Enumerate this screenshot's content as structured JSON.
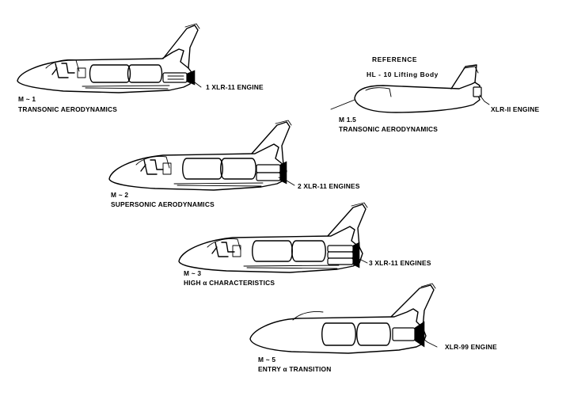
{
  "aircraft": [
    {
      "id": "m1",
      "mach_label": "M ~ 1",
      "regime_label": "TRANSONIC AERODYNAMICS",
      "engine_label": "1 XLR-11 ENGINE",
      "engine_count": 1
    },
    {
      "id": "m2",
      "mach_label": "M ~ 2",
      "regime_label": "SUPERSONIC AERODYNAMICS",
      "engine_label": "2 XLR-11 ENGINES",
      "engine_count": 2
    },
    {
      "id": "m3",
      "mach_label": "M ~ 3",
      "regime_label": "HIGH α CHARACTERISTICS",
      "engine_label": "3 XLR-11 ENGINES",
      "engine_count": 3
    },
    {
      "id": "m5",
      "mach_label": "M ~ 5",
      "regime_label": "ENTRY α TRANSITION",
      "engine_label": "XLR-99 ENGINE",
      "engine_count": 1
    }
  ],
  "reference": {
    "heading": "REFERENCE",
    "name": "HL - 10 Lifting Body",
    "mach_label": "M 1.5",
    "regime_label": "TRANSONIC AERODYNAMICS",
    "engine_label": "XLR-II ENGINE"
  }
}
